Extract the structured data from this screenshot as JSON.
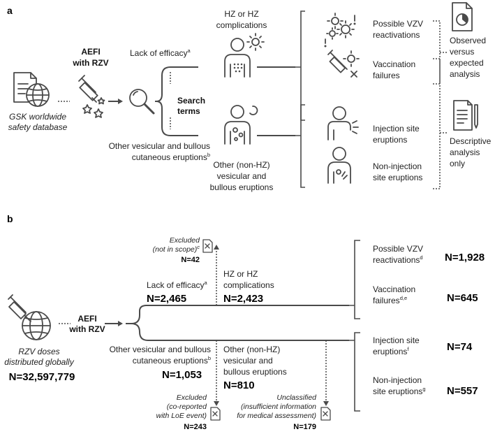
{
  "panel_a": {
    "label": "a",
    "source": {
      "line1": "GSK worldwide",
      "line2": "safety database"
    },
    "aefi": {
      "line1": "AEFI",
      "line2": "with RZV"
    },
    "search": {
      "line1": "Search",
      "line2": "terms"
    },
    "lack_of_efficacy": {
      "text": "Lack of efficacy",
      "sup": "a"
    },
    "other_vesicular": {
      "line1": "Other vesicular and bullous",
      "line2": "cutaneous eruptions",
      "sup": "b"
    },
    "hz": {
      "line1": "HZ or HZ",
      "line2": "complications"
    },
    "non_hz": {
      "line1": "Other (non-HZ)",
      "line2": "vesicular and",
      "line3": "bullous eruptions"
    },
    "vzv": {
      "line1": "Possible VZV",
      "line2": "reactivations"
    },
    "vacc_fail": {
      "line1": "Vaccination",
      "line2": "failures"
    },
    "inj_site": {
      "line1": "Injection site",
      "line2": "eruptions"
    },
    "non_inj": {
      "line1": "Non-injection",
      "line2": "site eruptions"
    },
    "observed": {
      "line1": "Observed",
      "line2": "versus",
      "line3": "expected",
      "line4": "analysis"
    },
    "descriptive": {
      "line1": "Descriptive",
      "line2": "analysis",
      "line3": "only"
    }
  },
  "panel_b": {
    "label": "b",
    "source": {
      "line1": "RZV doses",
      "line2": "distributed globally",
      "n": "N=32,597,779"
    },
    "aefi": {
      "line1": "AEFI",
      "line2": "with RZV"
    },
    "excluded_scope": {
      "line1": "Excluded",
      "line2": "(not in scope)",
      "sup": "c",
      "n": "N=42"
    },
    "lack_of_efficacy": {
      "text": "Lack of efficacy",
      "sup": "a",
      "n": "N=2,465"
    },
    "hz": {
      "line1": "HZ or HZ",
      "line2": "complications",
      "n": "N=2,423"
    },
    "other_vesicular": {
      "line1": "Other vesicular and bullous",
      "line2": "cutaneous eruptions",
      "sup": "b",
      "n": "N=1,053"
    },
    "non_hz": {
      "line1": "Other (non-HZ)",
      "line2": "vesicular and",
      "line3": "bullous eruptions",
      "n": "N=810"
    },
    "vzv": {
      "line1": "Possible VZV",
      "line2": "reactivations",
      "sup": "d",
      "n": "N=1,928"
    },
    "vacc_fail": {
      "line1": "Vaccination",
      "line2": "failures",
      "sup": "d,e",
      "n": "N=645"
    },
    "inj_site": {
      "line1": "Injection site",
      "line2": "eruptions",
      "sup": "f",
      "n": "N=74"
    },
    "non_inj": {
      "line1": "Non-injection",
      "line2": "site eruptions",
      "sup": "g",
      "n": "N=557"
    },
    "excluded_loe": {
      "line1": "Excluded",
      "line2": "(co-reported",
      "line3": "with LoE event)",
      "n": "N=243"
    },
    "unclassified": {
      "line1": "Unclassified",
      "line2": "(insufficient information",
      "line3": "for medical assessment)",
      "n": "N=179"
    }
  },
  "icons": [
    "document-globe-icon",
    "syringe-stars-icon",
    "magnifier-icon",
    "person-virus-icon",
    "person-blisters-icon",
    "viruses-icon",
    "syringe-virus-icon",
    "person-injection-icon",
    "person-rash-icon",
    "document-chart-icon",
    "document-pen-icon",
    "syringe-globe-icon",
    "excluded-doc-icon"
  ]
}
